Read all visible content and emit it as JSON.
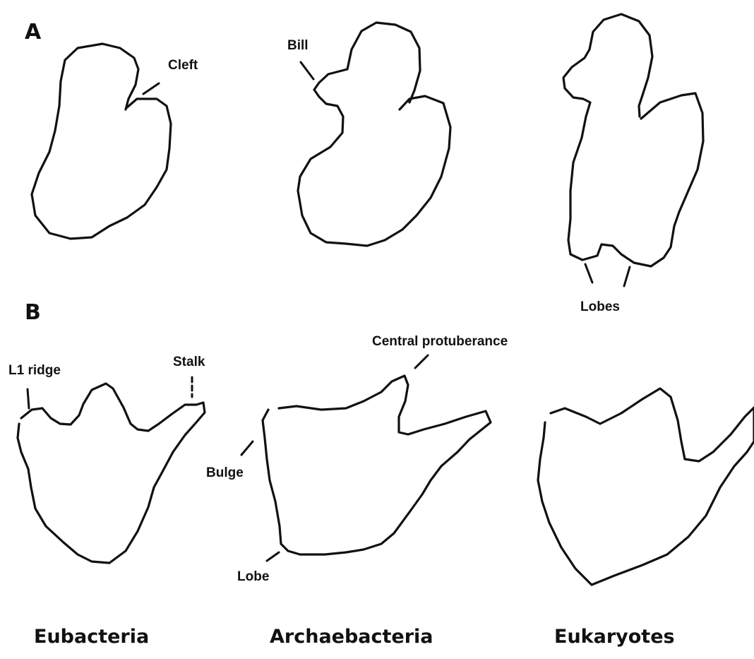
{
  "panels": {
    "a": "A",
    "b": "B"
  },
  "labels": {
    "cleft": "Cleft",
    "bill": "Bill",
    "lobes": "Lobes",
    "central_protuberance": "Central protuberance",
    "l1_ridge": "L1 ridge",
    "stalk": "Stalk",
    "bulge": "Bulge",
    "lobe": "Lobe"
  },
  "kingdoms": [
    "Eubacteria",
    "Archaebacteria",
    "Eukaryotes"
  ],
  "colors": {
    "ink": "#111111",
    "background": "#ffffff"
  }
}
